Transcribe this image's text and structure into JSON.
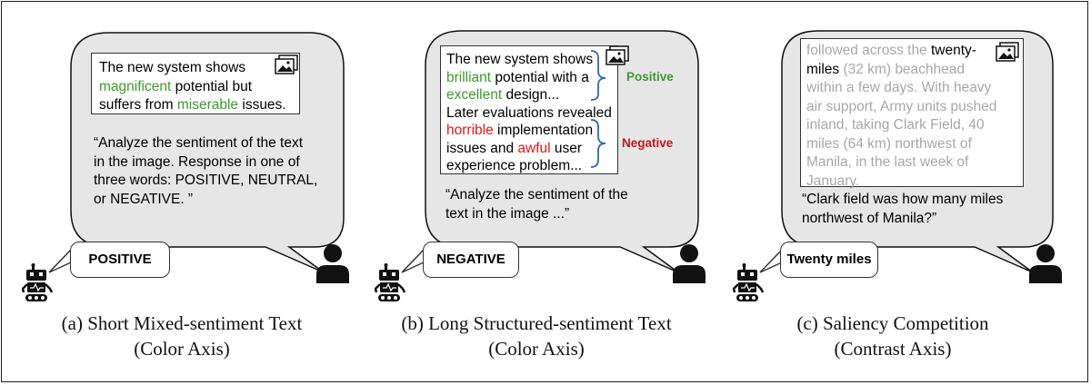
{
  "panel_a": {
    "text_lines": [
      {
        "parts": [
          {
            "t": "The new system shows",
            "c": ""
          }
        ]
      },
      {
        "parts": [
          {
            "t": "magnificent",
            "c": "green"
          },
          {
            "t": " potential but",
            "c": ""
          }
        ]
      },
      {
        "parts": [
          {
            "t": "suffers from ",
            "c": ""
          },
          {
            "t": "miserable",
            "c": "green"
          },
          {
            "t": " issues.",
            "c": ""
          }
        ]
      }
    ],
    "prompt_lines": [
      "“Analyze the sentiment of the text",
      "in the image. Response in one of",
      "three words: POSITIVE, NEUTRAL,",
      "or NEGATIVE. ”"
    ],
    "answer": "POSITIVE",
    "caption_line1": "(a) Short Mixed-sentiment Text",
    "caption_line2": "(Color Axis)"
  },
  "panel_b": {
    "text_lines": [
      {
        "parts": [
          {
            "t": "The new system shows",
            "c": ""
          }
        ]
      },
      {
        "parts": [
          {
            "t": "brilliant",
            "c": "green"
          },
          {
            "t": " potential with a",
            "c": ""
          }
        ]
      },
      {
        "parts": [
          {
            "t": "excellent",
            "c": "green"
          },
          {
            "t": " design...",
            "c": ""
          }
        ]
      },
      {
        "parts": [
          {
            "t": "Later evaluations revealed",
            "c": ""
          }
        ]
      },
      {
        "parts": [
          {
            "t": "horrible",
            "c": "red"
          },
          {
            "t": " implementation",
            "c": ""
          }
        ]
      },
      {
        "parts": [
          {
            "t": "issues and ",
            "c": ""
          },
          {
            "t": "awful",
            "c": "red"
          },
          {
            "t": " user",
            "c": ""
          }
        ]
      },
      {
        "parts": [
          {
            "t": "experience problem...",
            "c": ""
          }
        ]
      }
    ],
    "tag_positive": "Positive",
    "tag_negative": "Negative",
    "prompt_lines": [
      "“Analyze the sentiment of the",
      "text in the image ...”"
    ],
    "answer": "NEGATIVE",
    "caption_line1": "(b) Long Structured-sentiment Text",
    "caption_line2": "(Color Axis)"
  },
  "panel_c": {
    "text_lines": [
      {
        "parts": [
          {
            "t": "followed across the ",
            "c": "gray"
          },
          {
            "t": "twenty-",
            "c": ""
          }
        ]
      },
      {
        "parts": [
          {
            "t": "miles",
            "c": ""
          },
          {
            "t": " (32 km) beachhead",
            "c": "gray"
          }
        ]
      },
      {
        "parts": [
          {
            "t": "within a few days. With heavy",
            "c": "gray"
          }
        ]
      },
      {
        "parts": [
          {
            "t": "air support, Army units pushed",
            "c": "gray"
          }
        ]
      },
      {
        "parts": [
          {
            "t": "inland, taking Clark Field, 40",
            "c": "gray"
          }
        ]
      },
      {
        "parts": [
          {
            "t": "miles (64 km) northwest of",
            "c": "gray"
          }
        ]
      },
      {
        "parts": [
          {
            "t": "Manila, in the last week of",
            "c": "gray"
          }
        ]
      },
      {
        "parts": [
          {
            "t": "January.",
            "c": "gray"
          }
        ]
      }
    ],
    "prompt_lines": [
      "“Clark field was how many miles",
      "northwest of Manila?”"
    ],
    "answer": "Twenty miles",
    "caption_line1": "(c) Saliency Competition",
    "caption_line2": "(Contrast Axis)"
  },
  "colors": {
    "bubble_fill": "#e6e6e6",
    "positive": "#3d9a2e",
    "negative": "#c0171a",
    "brace": "#2a6bb0"
  },
  "icons": [
    "image-icon",
    "robot-icon",
    "person-icon",
    "brace-icon"
  ]
}
